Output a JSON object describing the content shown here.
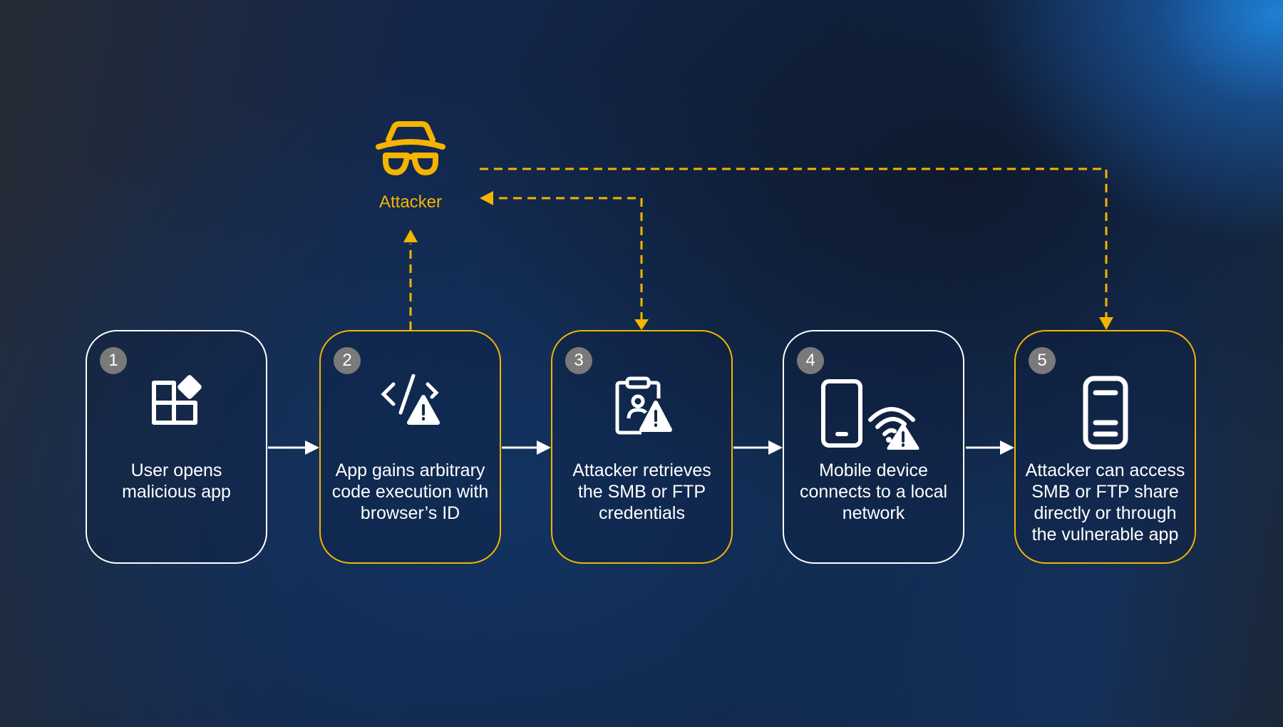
{
  "attacker": {
    "label": "Attacker",
    "icon": "spy-icon"
  },
  "steps": [
    {
      "number": "1",
      "text": "User opens malicious app",
      "icon": "app-add-icon"
    },
    {
      "number": "2",
      "text": "App gains arbitrary code execution with browser’s ID",
      "icon": "code-warning-icon"
    },
    {
      "number": "3",
      "text": "Attacker retrieves the SMB or FTP credentials",
      "icon": "clipboard-warning-icon"
    },
    {
      "number": "4",
      "text": "Mobile device connects to a local network",
      "icon": "phone-wifi-warning-icon"
    },
    {
      "number": "5",
      "text": "Attacker can access SMB or FTP share directly or through the vulnerable app",
      "icon": "server-icon"
    }
  ],
  "colors": {
    "accent": "#f5b400",
    "flow": "#ffffff",
    "badge": "#7a7a7a"
  }
}
